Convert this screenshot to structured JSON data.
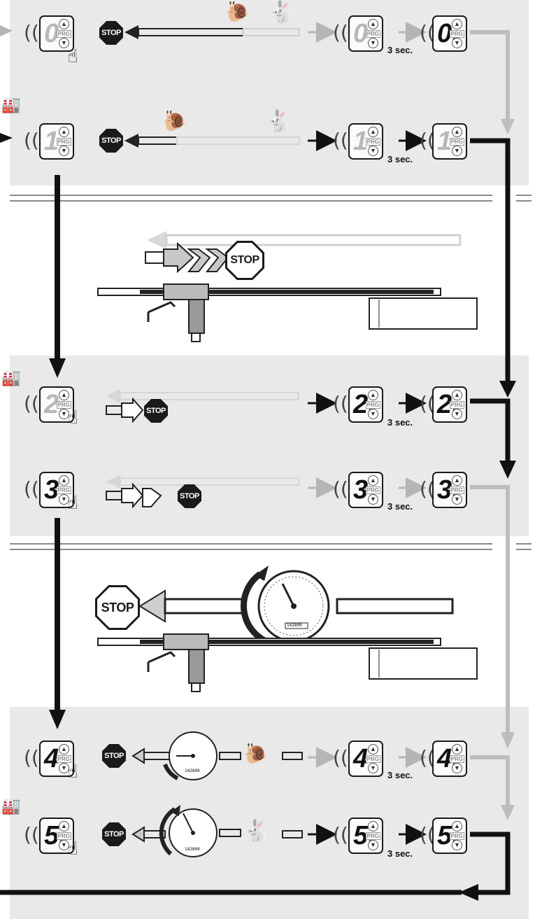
{
  "stop_label": "STOP",
  "duration_label": "3 sec.",
  "prg_label": "PRG",
  "up_glyph": "▲",
  "down_glyph": "▼",
  "gauge_counter": "142809",
  "colors": {
    "panel": "#e9e9e9",
    "active_arrow": "#111111",
    "inactive_arrow": "#b5b5b5",
    "chain_light": "#cfcfcf",
    "chain_dark": "#222222"
  },
  "rows": [
    {
      "id": "row-0",
      "digit": "0",
      "active": false,
      "factory": false,
      "speed_icons": [
        "snail-icon",
        "hare-icon"
      ]
    },
    {
      "id": "row-1",
      "digit": "1",
      "active": true,
      "factory": true,
      "speed_icons": [
        "snail-icon",
        "hare-icon"
      ]
    },
    {
      "id": "row-2",
      "digit": "2",
      "active": true,
      "factory": true,
      "speed_icons": []
    },
    {
      "id": "row-3",
      "digit": "3",
      "active": false,
      "factory": false,
      "speed_icons": []
    },
    {
      "id": "row-4",
      "digit": "4",
      "active": false,
      "factory": false,
      "speed_icons": [
        "gauge-icon",
        "snail-icon"
      ]
    },
    {
      "id": "row-5",
      "digit": "5",
      "active": true,
      "factory": true,
      "speed_icons": [
        "gauge-icon",
        "hare-icon"
      ]
    }
  ],
  "row0": {
    "d": "0",
    "d_dot": "0."
  },
  "row1": {
    "d": "1.",
    "d_dot": "1."
  },
  "row2": {
    "d": "2.",
    "d_dot": "2."
  },
  "row3": {
    "d": "3",
    "d_dot": "3."
  },
  "row4": {
    "d": "4",
    "d_dot": "4."
  },
  "row5": {
    "d": "5.",
    "d_dot": "5."
  }
}
